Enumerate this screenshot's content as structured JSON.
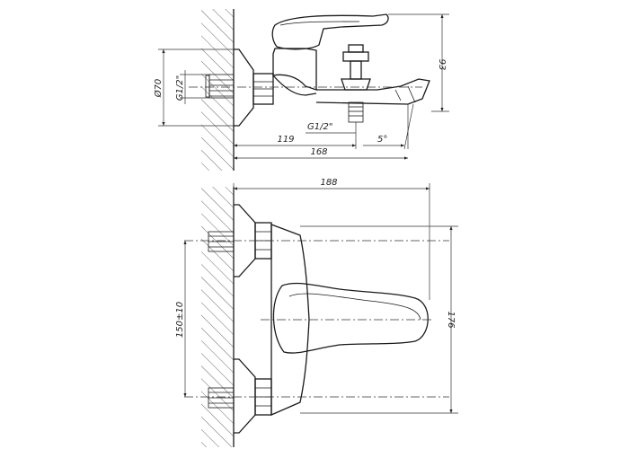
{
  "views": {
    "side": {
      "dims": {
        "height": "93",
        "diameter": "Ø70",
        "thread_inlet": "G1/2\"",
        "thread_outlet": "G1/2\"",
        "offset": "119",
        "angle": "5°",
        "length": "168"
      }
    },
    "top": {
      "dims": {
        "width": "188",
        "spacing": "150±10",
        "depth": "176"
      }
    }
  },
  "colors": {
    "line": "#1a1a1a",
    "background": "#ffffff"
  }
}
